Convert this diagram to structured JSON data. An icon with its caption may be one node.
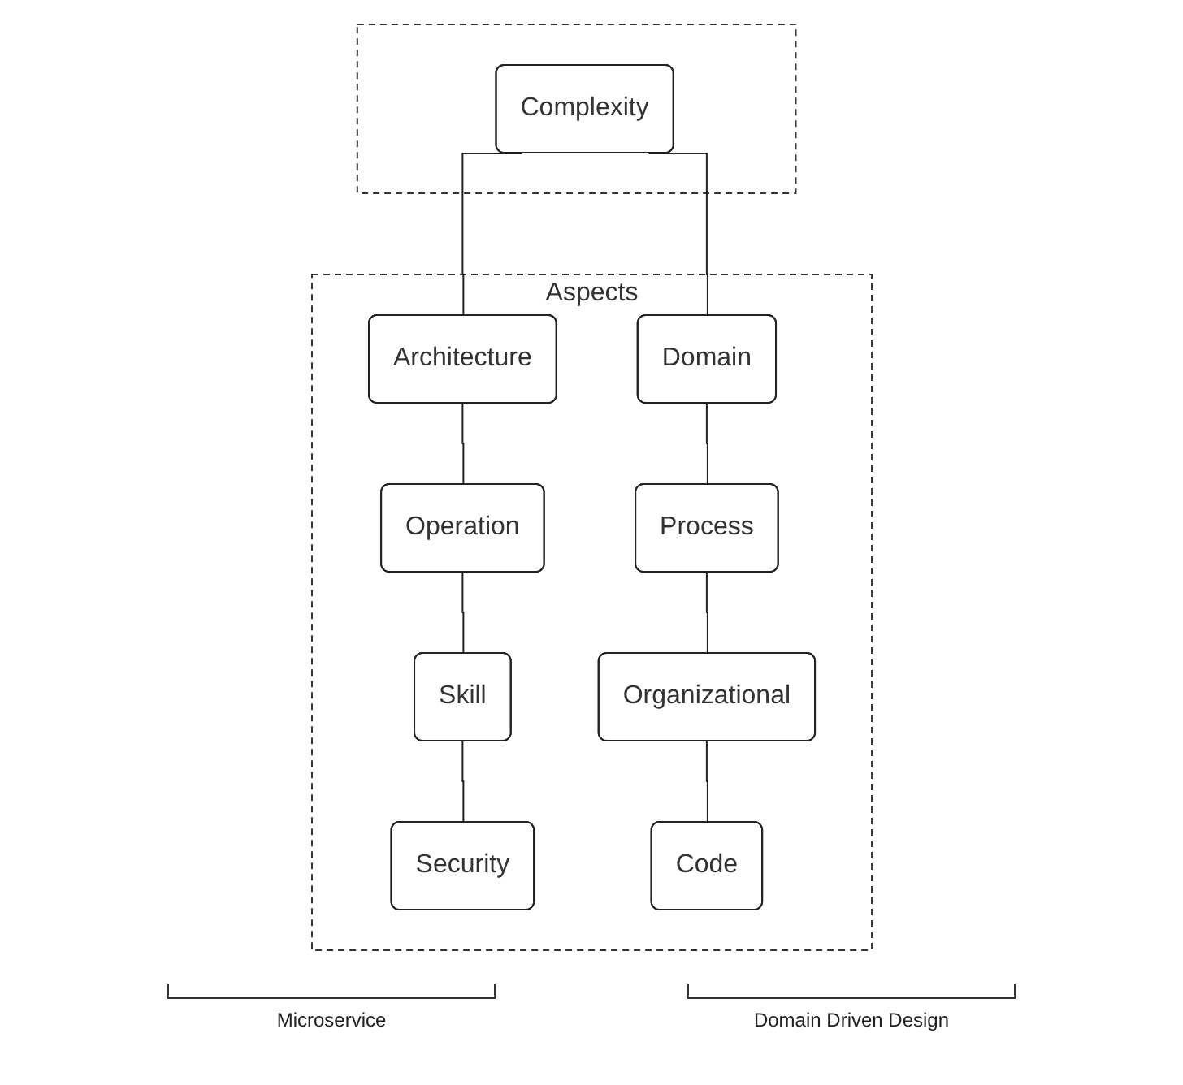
{
  "diagram": {
    "nodes": [
      {
        "text": [],
        "shape": "box"
      },
      {
        "text": [
          "Complexity"
        ],
        "in": 0
      },
      {
        "text": [
          "Aspects"
        ]
      },
      {
        "text": [
          "Architecture"
        ],
        "in": 2
      },
      {
        "text": [
          "Operation"
        ],
        "in": 2
      },
      {
        "text": [
          "Skill"
        ],
        "in": 2
      },
      {
        "text": [
          "Security"
        ],
        "in": 2
      },
      {
        "text": [
          "Domain"
        ],
        "in": 2
      },
      {
        "text": [
          "Process"
        ],
        "in": 2
      },
      {
        "text": [
          "Organizational"
        ],
        "in": 2
      },
      {
        "text": [
          "Code"
        ],
        "in": 2
      }
    ],
    "edges": [
      {
        "from": 1,
        "to": 3,
        "arrow": "none"
      },
      {
        "from": 1,
        "to": 7,
        "arrow": "none"
      },
      {
        "from": 3,
        "to": 4,
        "arrow": "none"
      },
      {
        "from": 4,
        "to": 5,
        "arrow": "none"
      },
      {
        "from": 5,
        "to": 6,
        "arrow": "none"
      },
      {
        "from": 7,
        "to": 8,
        "arrow": "none"
      },
      {
        "from": 8,
        "to": 9,
        "arrow": "none"
      },
      {
        "from": 9,
        "to": 10,
        "arrow": "none"
      }
    ],
    "labels": [
      "Microservice",
      "Domain Driven Design"
    ]
  }
}
